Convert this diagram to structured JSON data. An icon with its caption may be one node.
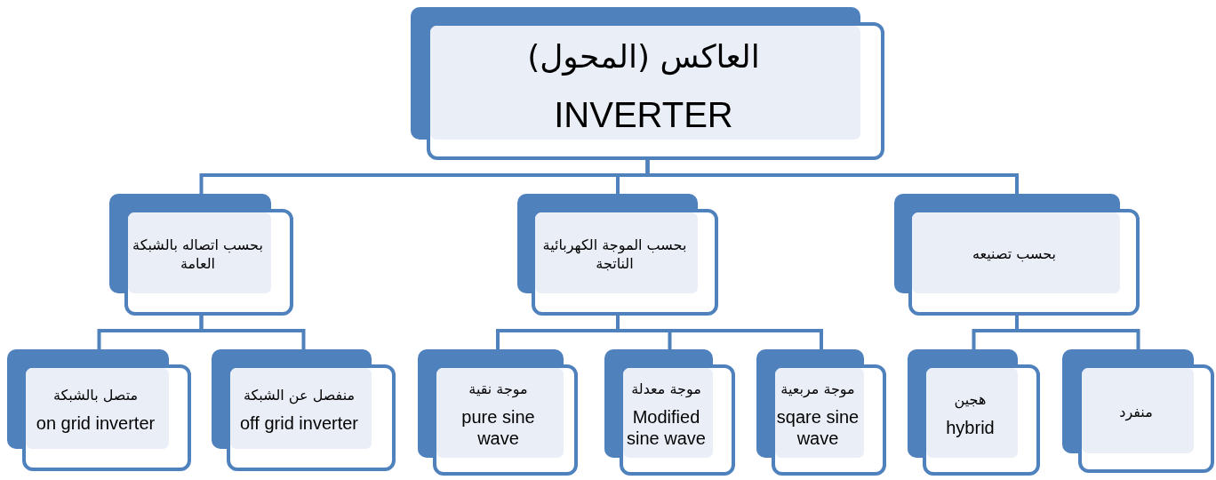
{
  "diagram": {
    "nodes": [
      {
        "text": [
          "العاكس (المحول)",
          "INVERTER"
        ]
      },
      {
        "text": [
          "بحسب اتصاله بالشبكة العامة"
        ]
      },
      {
        "text": [
          "بحسب الموجة الكهربائية الناتجة"
        ]
      },
      {
        "text": [
          "بحسب تصنيعه"
        ]
      },
      {
        "text": [
          "متصل بالشبكة",
          "on grid inverter"
        ]
      },
      {
        "text": [
          "منفصل عن الشبكة",
          "off grid inverter"
        ]
      },
      {
        "text": [
          "موجة نقية",
          "pure sine wave"
        ]
      },
      {
        "text": [
          "موجة معدلة",
          "Modified sine wave"
        ]
      },
      {
        "text": [
          "موجة مربعية",
          "sqare sine wave"
        ]
      },
      {
        "text": [
          "هجين",
          "hybrid"
        ]
      },
      {
        "text": [
          "منفرد"
        ]
      }
    ],
    "edges": [
      {
        "from": 0,
        "to": 1,
        "arrow": "none"
      },
      {
        "from": 0,
        "to": 2,
        "arrow": "none"
      },
      {
        "from": 0,
        "to": 3,
        "arrow": "none"
      },
      {
        "from": 1,
        "to": 4,
        "arrow": "none"
      },
      {
        "from": 1,
        "to": 5,
        "arrow": "none"
      },
      {
        "from": 2,
        "to": 6,
        "arrow": "none"
      },
      {
        "from": 2,
        "to": 7,
        "arrow": "none"
      },
      {
        "from": 2,
        "to": 8,
        "arrow": "none"
      },
      {
        "from": 3,
        "to": 9,
        "arrow": "none"
      },
      {
        "from": 3,
        "to": 10,
        "arrow": "none"
      }
    ]
  }
}
